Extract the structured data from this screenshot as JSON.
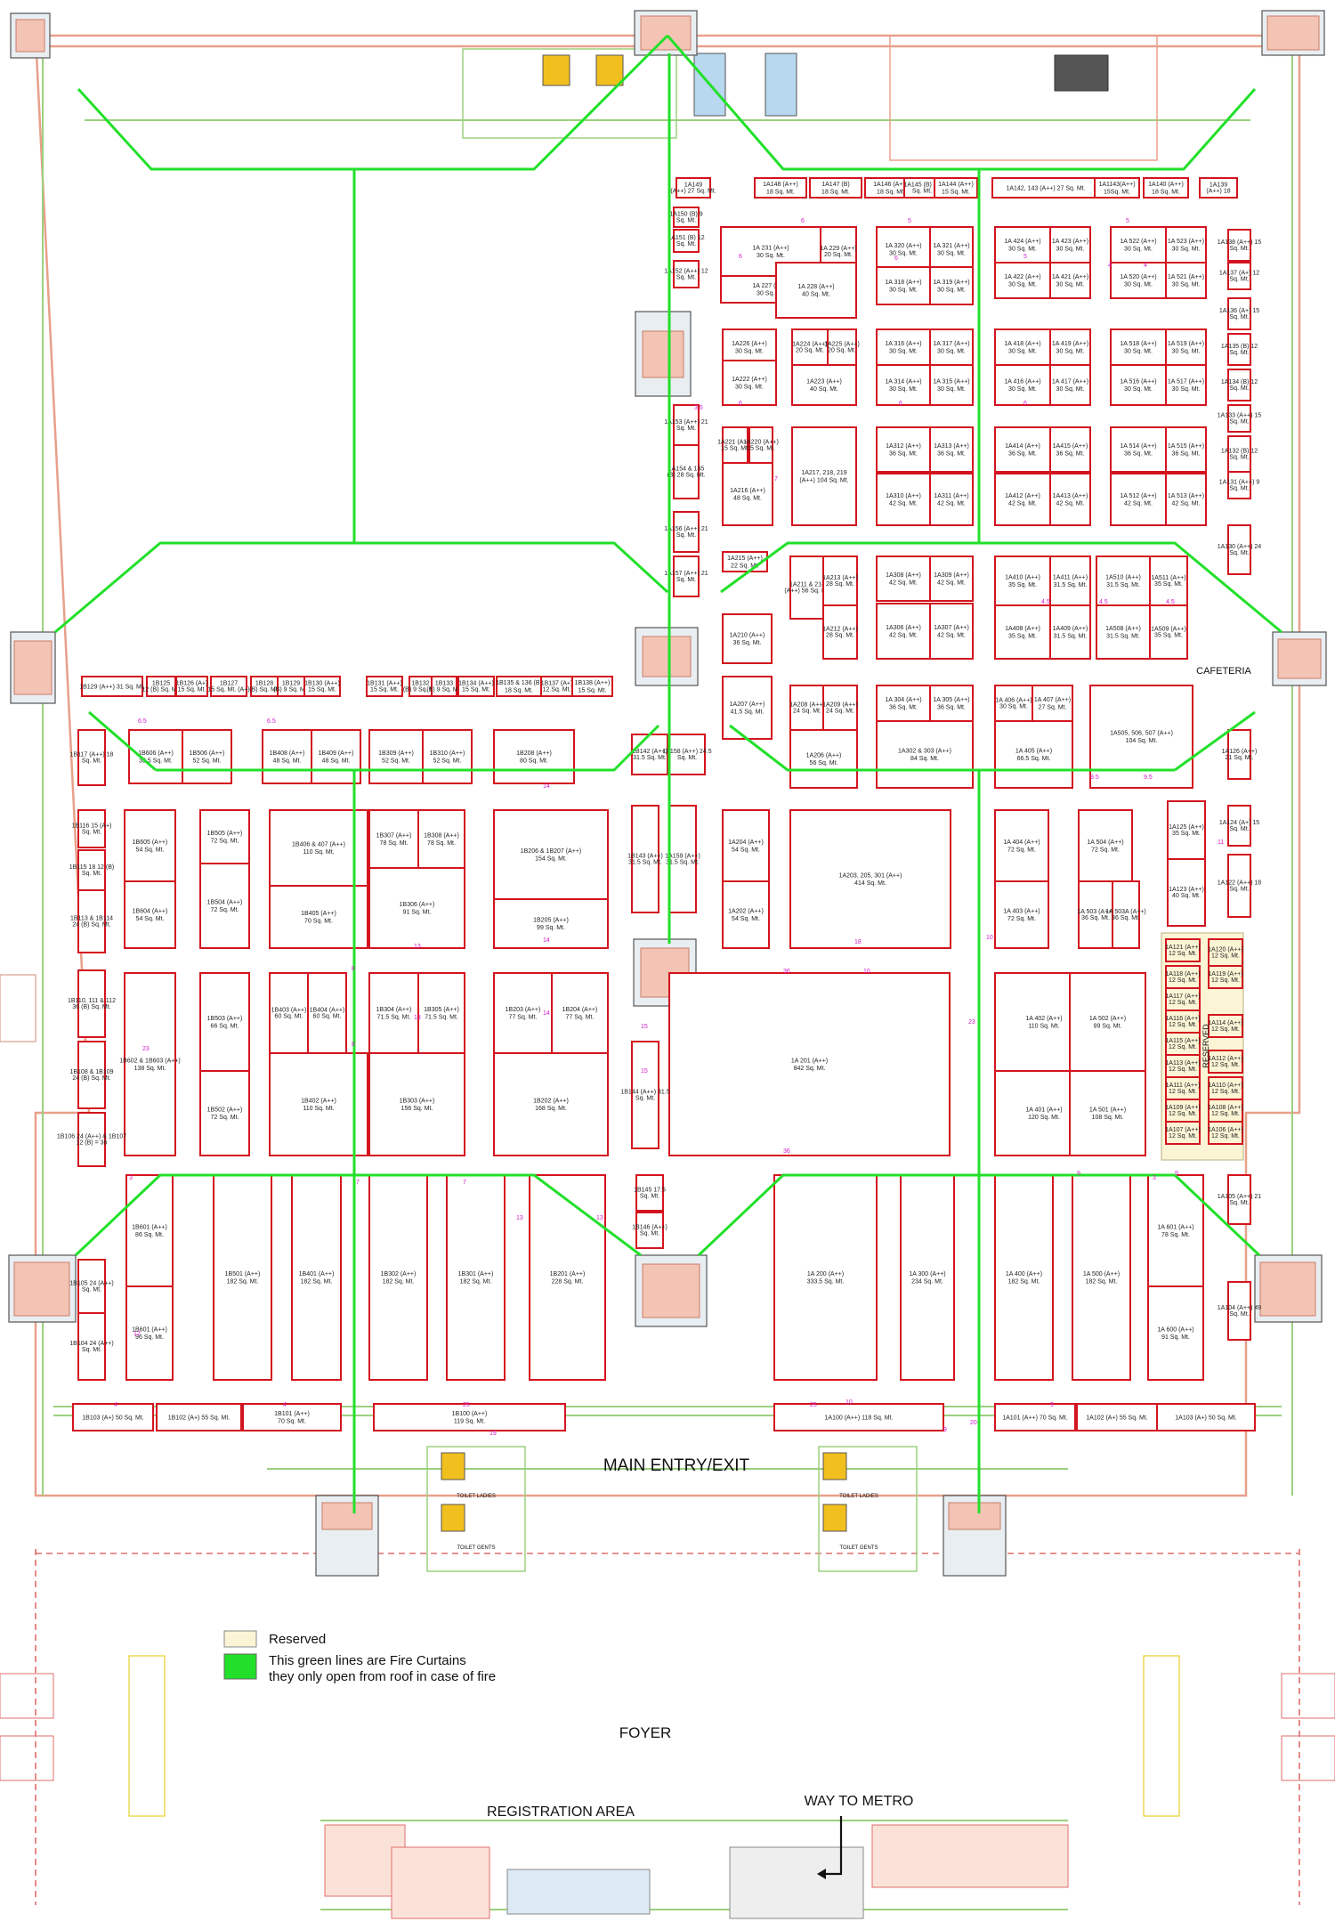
{
  "labels": {
    "main_entry": "MAIN ENTRY/EXIT",
    "foyer": "FOYER",
    "registration": "REGISTRATION AREA",
    "metro": "WAY TO METRO",
    "cafeteria": "CAFETERIA",
    "reserved_vertical": "RESERVED",
    "toilet_ladies": "TOILET LADIES",
    "toilet_gents": "TOILET GENTS"
  },
  "legend": {
    "reserved": "Reserved",
    "fire_line1": "This green lines are Fire Curtains",
    "fire_line2": "they only open from roof in case of fire",
    "reserved_color": "#fbf5d6",
    "fire_color": "#22e02a"
  },
  "colors": {
    "stall_border": "#d3141f",
    "fire_curtain": "#22e02a",
    "dimension_text": "#d21cc8"
  },
  "stalls": [
    {
      "l1": "1A149",
      "l2": "(A++) 27 Sq. Mt."
    },
    {
      "l1": "1A148 (A++)",
      "l2": "18 Sq. Mt."
    },
    {
      "l1": "1A147 (B)",
      "l2": "18 Sq. Mt."
    },
    {
      "l1": "1A146 (A++)",
      "l2": "18 Sq. Mt."
    },
    {
      "l1": "1A145 (B) 15",
      "l2": "Sq. Mt."
    },
    {
      "l1": "1A144 (A++)",
      "l2": "15 Sq. Mt."
    },
    {
      "l1": "1A142, 143 (A++) 27 Sq. Mt.",
      "l2": ""
    },
    {
      "l1": "1A1143(A++)",
      "l2": "15Sq. Mt."
    },
    {
      "l1": "1A140 (A++)",
      "l2": "18 Sq. Mt."
    },
    {
      "l1": "1A139",
      "l2": "(A++) 18"
    },
    {
      "l1": "1A 231 (A++)",
      "l2": "30 Sq. Mt."
    },
    {
      "l1": "1A 229 (A++)",
      "l2": "20 Sq. Mt."
    },
    {
      "l1": "1A 227 (A++)",
      "l2": "30 Sq. Mt."
    },
    {
      "l1": "1A 228 (A++)",
      "l2": "40 Sq. Mt."
    },
    {
      "l1": "1A 320 (A++)",
      "l2": "30 Sq. Mt."
    },
    {
      "l1": "1A 321 (A++)",
      "l2": "30 Sq. Mt."
    },
    {
      "l1": "1A 318 (A++)",
      "l2": "30 Sq. Mt."
    },
    {
      "l1": "1A 319 (A++)",
      "l2": "30 Sq. Mt."
    },
    {
      "l1": "1A 424 (A++)",
      "l2": "30 Sq. Mt."
    },
    {
      "l1": "1A 423 (A++)",
      "l2": "30 Sq. Mt."
    },
    {
      "l1": "1A 422 (A++)",
      "l2": "30 Sq. Mt."
    },
    {
      "l1": "1A 421 (A++)",
      "l2": "30 Sq. Mt."
    },
    {
      "l1": "1A 522 (A++)",
      "l2": "30 Sq. Mt."
    },
    {
      "l1": "1A 523 (A++)",
      "l2": "30 Sq. Mt."
    },
    {
      "l1": "1A 520 (A++)",
      "l2": "30 Sq. Mt."
    },
    {
      "l1": "1A 521 (A++)",
      "l2": "30 Sq. Mt."
    },
    {
      "l1": "1A226 (A++)",
      "l2": "30 Sq. Mt."
    },
    {
      "l1": "1A222 (A++)",
      "l2": "30 Sq. Mt."
    },
    {
      "l1": "1A224 (A++)",
      "l2": "20 Sq. Mt."
    },
    {
      "l1": "1A225 (A++)",
      "l2": "20 Sq. Mt."
    },
    {
      "l1": "1A223 (A++)",
      "l2": "40 Sq. Mt."
    },
    {
      "l1": "1A 316 (A++)",
      "l2": "30 Sq. Mt."
    },
    {
      "l1": "1A 317 (A++)",
      "l2": "30 Sq. Mt."
    },
    {
      "l1": "1A 314 (A++)",
      "l2": "30 Sq. Mt."
    },
    {
      "l1": "1A 315 (A++)",
      "l2": "30 Sq. Mt."
    },
    {
      "l1": "1A 418 (A++)",
      "l2": "30 Sq. Mt."
    },
    {
      "l1": "1A 419 (A++)",
      "l2": "30 Sq. Mt."
    },
    {
      "l1": "1A 416 (A++)",
      "l2": "30 Sq. Mt."
    },
    {
      "l1": "1A 417 (A++)",
      "l2": "30 Sq. Mt."
    },
    {
      "l1": "1A 518 (A++)",
      "l2": "30 Sq. Mt."
    },
    {
      "l1": "1A 519 (A++)",
      "l2": "30 Sq. Mt."
    },
    {
      "l1": "1A 516 (A++)",
      "l2": "30 Sq. Mt."
    },
    {
      "l1": "1A 517 (A++)",
      "l2": "30 Sq. Mt."
    },
    {
      "l1": "1A221 (A++)",
      "l2": "15 Sq. Mt."
    },
    {
      "l1": "1A220 (A++)",
      "l2": "15 Sq. Mt."
    },
    {
      "l1": "1A216 (A++)",
      "l2": "48 Sq. Mt."
    },
    {
      "l1": "1A217, 218, 219",
      "l2": "(A++) 104 Sq. Mt."
    },
    {
      "l1": "1A312 (A++)",
      "l2": "36 Sq. Mt."
    },
    {
      "l1": "1A313 (A++)",
      "l2": "36 Sq. Mt."
    },
    {
      "l1": "1A310 (A++)",
      "l2": "42 Sq. Mt."
    },
    {
      "l1": "1A311 (A++)",
      "l2": "42 Sq. Mt."
    },
    {
      "l1": "1A414 (A++)",
      "l2": "36 Sq. Mt."
    },
    {
      "l1": "1A415 (A++)",
      "l2": "36 Sq. Mt."
    },
    {
      "l1": "1A412 (A++)",
      "l2": "42 Sq. Mt."
    },
    {
      "l1": "1A413 (A++)",
      "l2": "42 Sq. Mt."
    },
    {
      "l1": "1A 514 (A++)",
      "l2": "36 Sq. Mt."
    },
    {
      "l1": "1A 515 (A++)",
      "l2": "36 Sq. Mt."
    },
    {
      "l1": "1A 512 (A++)",
      "l2": "42 Sq. Mt."
    },
    {
      "l1": "1A 513 (A++)",
      "l2": "42 Sq. Mt."
    },
    {
      "l1": "1A215 (A++)",
      "l2": "22 Sq. Mt."
    },
    {
      "l1": "1A211 & 214",
      "l2": "(A++) 56 Sq. Mt."
    },
    {
      "l1": "1A213 (A++)",
      "l2": "28 Sq. Mt."
    },
    {
      "l1": "1A212 (A++)",
      "l2": "28 Sq. Mt."
    },
    {
      "l1": "1A210 (A++)",
      "l2": "36 Sq. Mt."
    },
    {
      "l1": "1A308 (A++)",
      "l2": "42 Sq. Mt."
    },
    {
      "l1": "1A309 (A++)",
      "l2": "42 Sq. Mt."
    },
    {
      "l1": "1A306 (A++)",
      "l2": "42 Sq. Mt."
    },
    {
      "l1": "1A307 (A++)",
      "l2": "42 Sq. Mt."
    },
    {
      "l1": "1A410 (A++)",
      "l2": "35 Sq. Mt."
    },
    {
      "l1": "1A411 (A++)",
      "l2": "31.5 Sq. Mt."
    },
    {
      "l1": "1A408 (A++)",
      "l2": "35 Sq. Mt."
    },
    {
      "l1": "1A409 (A++)",
      "l2": "31.5 Sq. Mt."
    },
    {
      "l1": "1A510 (A++)",
      "l2": "31.5 Sq. Mt."
    },
    {
      "l1": "1A511 (A++)",
      "l2": "35 Sq. Mt."
    },
    {
      "l1": "1A508 (A++)",
      "l2": "31.5 Sq. Mt."
    },
    {
      "l1": "1A509 (A++)",
      "l2": "35 Sq. Mt."
    },
    {
      "l1": "1A207 (A++)",
      "l2": "41.5 Sq. Mt."
    },
    {
      "l1": "1A208 (A++)",
      "l2": "24 Sq. Mt."
    },
    {
      "l1": "1A209 (A++)",
      "l2": "24 Sq. Mt."
    },
    {
      "l1": "1A206 (A++)",
      "l2": "56 Sq. Mt."
    },
    {
      "l1": "1A 304 (A++)",
      "l2": "36 Sq. Mt."
    },
    {
      "l1": "1A 305 (A++)",
      "l2": "36 Sq. Mt."
    },
    {
      "l1": "1A302 & 303 (A++)",
      "l2": "84 Sq. Mt."
    },
    {
      "l1": "1A 406 (A++)",
      "l2": "30 Sq. Mt."
    },
    {
      "l1": "1A 407 (A++)",
      "l2": "27 Sq. Mt."
    },
    {
      "l1": "1A 405 (A++)",
      "l2": "66.5 Sq. Mt."
    },
    {
      "l1": "1A505, 506, 507 (A++)",
      "l2": "104 Sq. Mt."
    },
    {
      "l1": "1B129 (A++) 31 Sq. Mt.",
      "l2": ""
    },
    {
      "l1": "1B125",
      "l2": "12 (B) Sq. Mt."
    },
    {
      "l1": "1B126 (A+)",
      "l2": "15 Sq. Mt."
    },
    {
      "l1": "1B127",
      "l2": "15 Sq. Mt. (A+)"
    },
    {
      "l1": "1B128",
      "l2": "(B) Sq. Mt."
    },
    {
      "l1": "1B129",
      "l2": "(B) 9 Sq. Mt."
    },
    {
      "l1": "1B130 (A++)",
      "l2": "15 Sq. Mt."
    },
    {
      "l1": "1B131 (A++)",
      "l2": "15 Sq. Mt."
    },
    {
      "l1": "1B132",
      "l2": "(B) 9 Sq. Mt."
    },
    {
      "l1": "1B133",
      "l2": "(B) 9 Sq. Mt."
    },
    {
      "l1": "1B134 (A++)",
      "l2": "15 Sq. Mt."
    },
    {
      "l1": "1B135 & 136 (B)",
      "l2": "18 Sq. Mt."
    },
    {
      "l1": "1B137 (A+)",
      "l2": "12 Sq. Mt."
    },
    {
      "l1": "1B138 (A++)",
      "l2": "15 Sq. Mt."
    },
    {
      "l1": "1B606 (A++)",
      "l2": "39.5 Sq. Mt."
    },
    {
      "l1": "1B506 (A++)",
      "l2": "52 Sq. Mt."
    },
    {
      "l1": "1B408 (A++)",
      "l2": "48 Sq. Mt."
    },
    {
      "l1": "1B409 (A++)",
      "l2": "48 Sq. Mt."
    },
    {
      "l1": "1B309 (A++)",
      "l2": "52 Sq. Mt."
    },
    {
      "l1": "1B310 (A++)",
      "l2": "52 Sq. Mt."
    },
    {
      "l1": "1B208 (A++)",
      "l2": "80 Sq. Mt."
    },
    {
      "l1": "1B605 (A++)",
      "l2": "54 Sq. Mt."
    },
    {
      "l1": "1B604 (A++)",
      "l2": "54 Sq. Mt."
    },
    {
      "l1": "1B505 (A++)",
      "l2": "72 Sq. Mt."
    },
    {
      "l1": "1B504 (A++)",
      "l2": "72 Sq. Mt."
    },
    {
      "l1": "1B406 & 407 (A++)",
      "l2": "110 Sq. Mt."
    },
    {
      "l1": "1B405 (A++)",
      "l2": "70 Sq. Mt."
    },
    {
      "l1": "1B307 (A++)",
      "l2": "78 Sq. Mt."
    },
    {
      "l1": "1B308 (A++)",
      "l2": "78 Sq. Mt."
    },
    {
      "l1": "1B306 (A++)",
      "l2": "91 Sq. Mt."
    },
    {
      "l1": "1B206 & 1B207 (A++)",
      "l2": "154 Sq. Mt."
    },
    {
      "l1": "1B205 (A++)",
      "l2": "99 Sq. Mt."
    },
    {
      "l1": "1B602 & 1B603 (A++)",
      "l2": "138 Sq. Mt."
    },
    {
      "l1": "1B503 (A++)",
      "l2": "66 Sq. Mt."
    },
    {
      "l1": "1B502 (A++)",
      "l2": "72 Sq. Mt."
    },
    {
      "l1": "1B403 (A++)",
      "l2": "60 Sq. Mt."
    },
    {
      "l1": "1B404 (A++)",
      "l2": "60 Sq. Mt."
    },
    {
      "l1": "1B402 (A++)",
      "l2": "110 Sq. Mt."
    },
    {
      "l1": "1B304 (A++)",
      "l2": "71.5 Sq. Mt."
    },
    {
      "l1": "1B305 (A++)",
      "l2": "71.5 Sq. Mt."
    },
    {
      "l1": "1B303 (A++)",
      "l2": "156 Sq. Mt."
    },
    {
      "l1": "1B203 (A++)",
      "l2": "77 Sq. Mt."
    },
    {
      "l1": "1B204 (A++)",
      "l2": "77 Sq. Mt."
    },
    {
      "l1": "1B202 (A++)",
      "l2": "168 Sq. Mt."
    },
    {
      "l1": "1A204 (A++)",
      "l2": "54 Sq. Mt."
    },
    {
      "l1": "1A202 (A++)",
      "l2": "54 Sq. Mt."
    },
    {
      "l1": "1A203, 205, 301 (A++)",
      "l2": "414 Sq. Mt."
    },
    {
      "l1": "1A 404 (A++)",
      "l2": "72 Sq. Mt."
    },
    {
      "l1": "1A 403 (A++)",
      "l2": "72 Sq. Mt."
    },
    {
      "l1": "1A 504 (A++)",
      "l2": "72 Sq. Mt."
    },
    {
      "l1": "1A 503 (A++)",
      "l2": "36 Sq. Mt."
    },
    {
      "l1": "1A 503A (A++)",
      "l2": "36 Sq. Mt."
    },
    {
      "l1": "1A 201 (A++)",
      "l2": "842 Sq. Mt."
    },
    {
      "l1": "1A 402 (A++)",
      "l2": "110 Sq. Mt."
    },
    {
      "l1": "1A 401 (A++)",
      "l2": "120 Sq. Mt."
    },
    {
      "l1": "1A 502 (A++)",
      "l2": "99 Sq. Mt."
    },
    {
      "l1": "1A 501 (A++)",
      "l2": "108 Sq. Mt."
    },
    {
      "l1": "1B601 (A++)",
      "l2": "86 Sq. Mt."
    },
    {
      "l1": "1B601 (A++)",
      "l2": "96 Sq. Mt."
    },
    {
      "l1": "1B501 (A++)",
      "l2": "182 Sq. Mt."
    },
    {
      "l1": "1B401 (A++)",
      "l2": "182 Sq. Mt."
    },
    {
      "l1": "1B302 (A++)",
      "l2": "182 Sq. Mt."
    },
    {
      "l1": "1B301 (A++)",
      "l2": "182 Sq. Mt."
    },
    {
      "l1": "1B201 (A++)",
      "l2": "228 Sq. Mt."
    },
    {
      "l1": "1A 200 (A++)",
      "l2": "333.5 Sq. Mt."
    },
    {
      "l1": "1A 300 (A++)",
      "l2": "234 Sq. Mt."
    },
    {
      "l1": "1A 400 (A++)",
      "l2": "182 Sq. Mt."
    },
    {
      "l1": "1A 500 (A++)",
      "l2": "182 Sq. Mt."
    },
    {
      "l1": "1A 601 (A++)",
      "l2": "78 Sq. Mt."
    },
    {
      "l1": "1A 600 (A++)",
      "l2": "91 Sq. Mt."
    },
    {
      "l1": "1B103 (A+) 50 Sq. Mt.",
      "l2": ""
    },
    {
      "l1": "1B102 (A+) 55 Sq. Mt.",
      "l2": ""
    },
    {
      "l1": "1B101 (A++)",
      "l2": "70 Sq. Mt."
    },
    {
      "l1": "1B100 (A++)",
      "l2": "119 Sq. Mt."
    },
    {
      "l1": "1A100 (A++) 118 Sq. Mt.",
      "l2": ""
    },
    {
      "l1": "1A101 (A++) 70 Sq. Mt.",
      "l2": ""
    },
    {
      "l1": "1A102 (A+) 55 Sq. Mt.",
      "l2": ""
    },
    {
      "l1": "1A103 (A+) 50 Sq. Mt.",
      "l2": ""
    },
    {
      "l1": "1A150 (B) 9",
      "l2": "Sq. Mt."
    },
    {
      "l1": "1A151 (B) 12",
      "l2": "Sq. Mt."
    },
    {
      "l1": "1A152 (A++) 12",
      "l2": "Sq. Mt."
    },
    {
      "l1": "1A153 (A++) 21",
      "l2": "Sq. Mt."
    },
    {
      "l1": "1A154 & 155",
      "l2": "(B) 28 Sq. Mt."
    },
    {
      "l1": "1A156 (A++) 21",
      "l2": "Sq. Mt."
    },
    {
      "l1": "1A157 (A++) 21",
      "l2": "Sq. Mt."
    },
    {
      "l1": "1B142 (A++)",
      "l2": "31.5 Sq. Mt."
    },
    {
      "l1": "1A158 (A++) 24.5",
      "l2": "Sq. Mt."
    },
    {
      "l1": "1B143 (A++)",
      "l2": "31.5 Sq. Mt."
    },
    {
      "l1": "1A159 (A++)",
      "l2": "31.5 Sq. Mt."
    },
    {
      "l1": "1B144 (A++) 31.5",
      "l2": "Sq. Mt."
    },
    {
      "l1": "1B145 17.5",
      "l2": "Sq. Mt."
    },
    {
      "l1": "1B146 (A++)",
      "l2": "Sq. Mt."
    },
    {
      "l1": "1B117 (A++) 18",
      "l2": "Sq. Mt."
    },
    {
      "l1": "1B116 15 (A+)",
      "l2": "Sq. Mt."
    },
    {
      "l1": "1B115 18 12 (B)",
      "l2": "Sq. Mt."
    },
    {
      "l1": "1B113 & 1B114",
      "l2": "24 (B) Sq. Mt."
    },
    {
      "l1": "1B110, 111 & 112",
      "l2": "36 (B) Sq. Mt."
    },
    {
      "l1": "1B108 & 1B109",
      "l2": "24 (B) Sq. Mt."
    },
    {
      "l1": "1B106 24 (A++) & 1B107",
      "l2": "12 (B) = 36"
    },
    {
      "l1": "1B105 24 (A++)",
      "l2": "Sq. Mt."
    },
    {
      "l1": "1B104 24 (A++)",
      "l2": "Sq. Mt."
    },
    {
      "l1": "1A138 (A++) 15",
      "l2": "Sq. Mt."
    },
    {
      "l1": "1A137 (A+) 12",
      "l2": "Sq. Mt."
    },
    {
      "l1": "1A136 (A+) 15",
      "l2": "Sq. Mt."
    },
    {
      "l1": "1A135 (B) 12",
      "l2": "Sq. Mt."
    },
    {
      "l1": "1A134 (B) 12",
      "l2": "Sq. Mt."
    },
    {
      "l1": "1A133 (A++) 15",
      "l2": "Sq. Mt."
    },
    {
      "l1": "1A132 (B) 12",
      "l2": "Sq. Mt."
    },
    {
      "l1": "1A131 (A++) 9",
      "l2": "Sq. Mt."
    },
    {
      "l1": "1A130 (A++) 24",
      "l2": "Sq. Mt."
    },
    {
      "l1": "1A126 (A++)",
      "l2": "21 Sq. Mt."
    },
    {
      "l1": "1A125 (A++)",
      "l2": "35 Sq. Mt."
    },
    {
      "l1": "1A123 (A++)",
      "l2": "40 Sq. Mt."
    },
    {
      "l1": "1A124 (A+) 15",
      "l2": "Sq. Mt."
    },
    {
      "l1": "1A122 (A++) 18",
      "l2": "Sq. Mt."
    },
    {
      "l1": "1A105 (A++) 21",
      "l2": "Sq. Mt."
    },
    {
      "l1": "1A104 (A++) 49",
      "l2": "Sq. Mt."
    },
    {
      "l1": "1A121 (A++)",
      "l2": "12 Sq. Mt."
    },
    {
      "l1": "1A118 (A++)",
      "l2": "12 Sq. Mt."
    },
    {
      "l1": "1A117 (A++)",
      "l2": "12 Sq. Mt."
    },
    {
      "l1": "1A116 (A++)",
      "l2": "12 Sq. Mt."
    },
    {
      "l1": "1A115 (A++)",
      "l2": "12 Sq. Mt."
    },
    {
      "l1": "1A113 (A++)",
      "l2": "12 Sq. Mt."
    },
    {
      "l1": "1A111 (A++)",
      "l2": "12 Sq. Mt."
    },
    {
      "l1": "1A109 (A++)",
      "l2": "12 Sq. Mt."
    },
    {
      "l1": "1A107 (A++)",
      "l2": "12 Sq. Mt."
    },
    {
      "l1": "1A120 (A++)",
      "l2": "12 Sq. Mt."
    },
    {
      "l1": "1A119 (A++)",
      "l2": "12 Sq. Mt."
    },
    {
      "l1": "1A114 (A++)",
      "l2": "12 Sq. Mt."
    },
    {
      "l1": "1A112 (A++)",
      "l2": "12 Sq. Mt."
    },
    {
      "l1": "1A110 (A++)",
      "l2": "12 Sq. Mt."
    },
    {
      "l1": "1A108 (A++)",
      "l2": "12 Sq. Mt."
    },
    {
      "l1": "1A106 (A++)",
      "l2": "12 Sq. Mt."
    }
  ],
  "dims": [
    "6",
    "6",
    "6",
    "5",
    "5",
    "5",
    "6",
    "6",
    "6",
    "4",
    "4",
    "3.5",
    "7",
    "4.5",
    "4.5",
    "4.5",
    "9.5",
    "9.5",
    "11",
    "10",
    "6.5",
    "6.5",
    "14",
    "8",
    "8",
    "13",
    "13",
    "14",
    "14",
    "23",
    "23",
    "18",
    "36",
    "36",
    "10",
    "10",
    "4",
    "4",
    "25",
    "25",
    "9",
    "9",
    "9",
    "9",
    "3",
    "3",
    "19",
    "20",
    "7",
    "7",
    "12",
    "13",
    "13",
    "15",
    "15"
  ]
}
